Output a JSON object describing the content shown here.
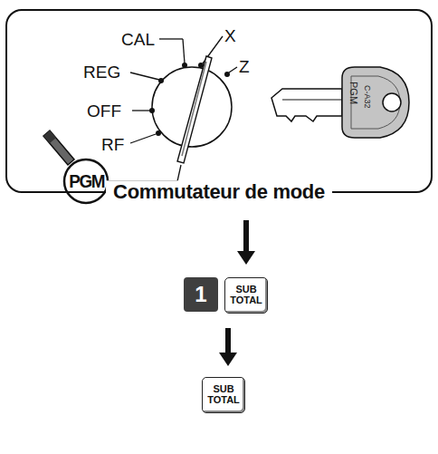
{
  "diagram": {
    "nodes": [
      {
        "text": [
          "Commutateur de mode"
        ]
      },
      {
        "text": [
          "1"
        ]
      },
      {
        "text": [
          "SUB TOTAL"
        ]
      },
      {
        "text": [
          "SUB TOTAL"
        ]
      }
    ],
    "edges": [
      {
        "from": 0,
        "to": 2,
        "arrow": "to"
      },
      {
        "from": 2,
        "to": 3,
        "arrow": "to"
      }
    ],
    "labels": [
      "CAL",
      "X",
      "REG",
      "Z",
      "OFF",
      "RF",
      "PGM",
      "PGM",
      "C-A32"
    ]
  }
}
